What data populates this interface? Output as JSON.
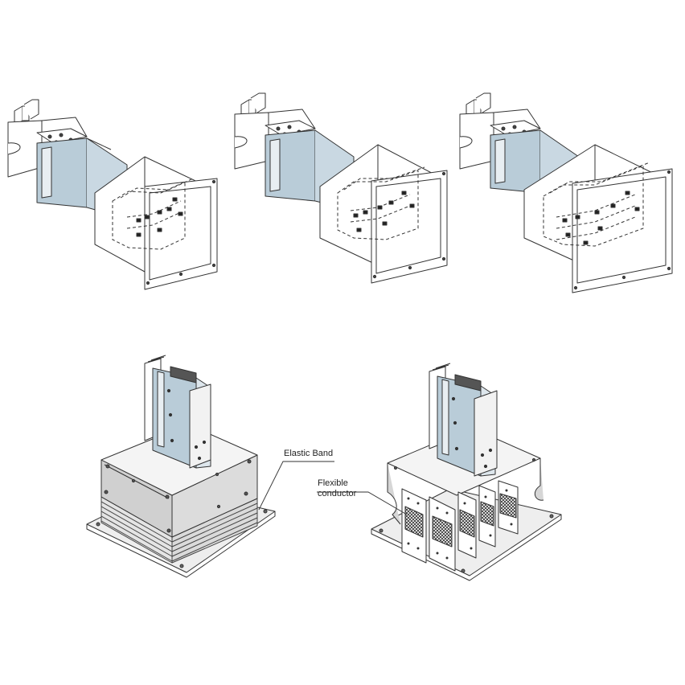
{
  "labels": {
    "elastic_band": "Elastic Band",
    "flexible_line1": "Flexible",
    "flexible_line2": "conductor"
  },
  "colors": {
    "stroke": "#333333",
    "panel_blue": "#b9ccd8",
    "gray_body": "#d6d6d6",
    "light_gray": "#eeeeee",
    "mesh": "#444444"
  }
}
